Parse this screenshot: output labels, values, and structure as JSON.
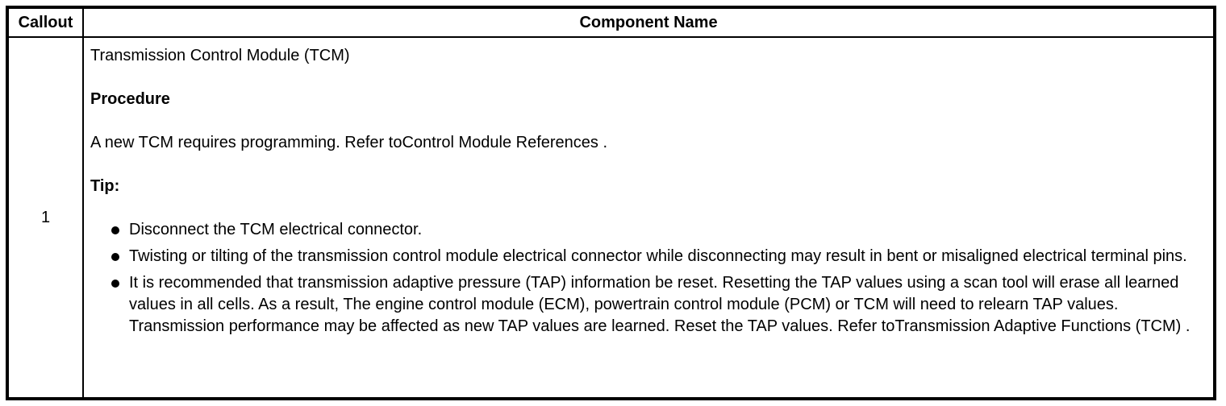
{
  "table": {
    "headers": {
      "callout": "Callout",
      "component_name": "Component Name"
    },
    "rows": [
      {
        "callout": "1",
        "component": {
          "title": "Transmission Control Module (TCM)",
          "procedure_heading": "Procedure",
          "procedure_text": "A new TCM requires programming. Refer toControl Module References .",
          "tip_heading": "Tip:",
          "tips": [
            "Disconnect the TCM electrical connector.",
            "Twisting or tilting of the transmission control module electrical connector while disconnecting may result in bent or misaligned electrical terminal pins.",
            "It is recommended that transmission adaptive pressure (TAP) information be reset. Resetting the TAP values using a scan tool will erase all learned values in all cells. As a result, The engine control module (ECM), powertrain control module (PCM) or TCM will need to relearn TAP values. Transmission performance may be affected as new TAP values are learned. Reset the TAP values. Refer toTransmission Adaptive Functions (TCM) ."
          ]
        }
      }
    ],
    "colors": {
      "border": "#000000",
      "text": "#000000",
      "background": "#ffffff"
    }
  }
}
